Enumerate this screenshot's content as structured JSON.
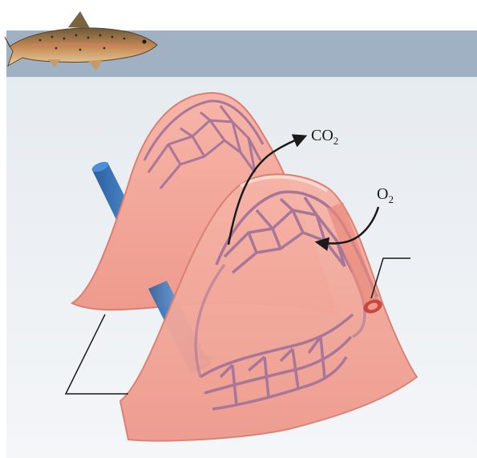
{
  "labels": {
    "co2_main": "CO",
    "co2_sub": "2",
    "o2_main": "O",
    "o2_sub": "2"
  },
  "icons": {
    "header": "trout-fish-icon"
  },
  "colors": {
    "header_band": "#9fb1c3",
    "background": "#dde4ea",
    "lamella_fill": "#f1a89a",
    "lamella_edge": "#d97f72",
    "capillary": "#a77698",
    "vein_blue": "#3f7fc4",
    "artery_red": "#e06a5c",
    "leader_line": "#1a1a1a"
  }
}
